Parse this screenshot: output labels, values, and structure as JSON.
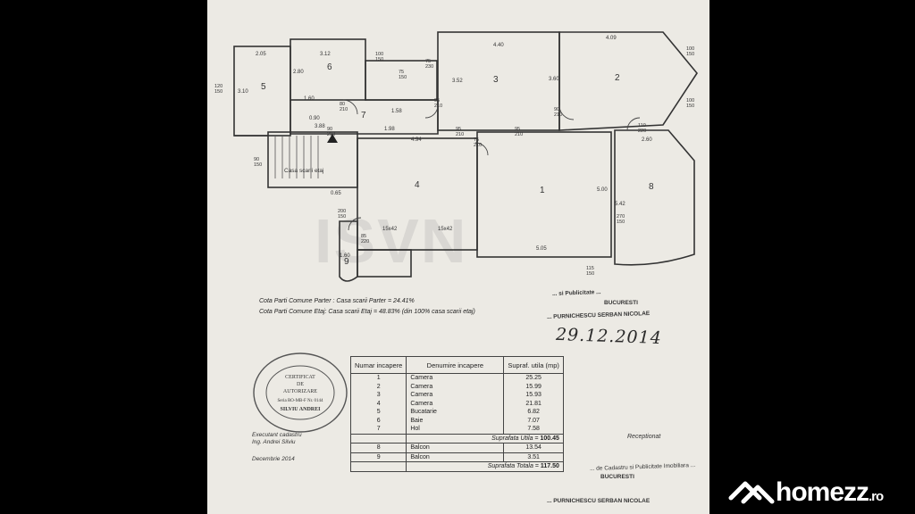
{
  "plan": {
    "rooms": [
      {
        "num": "1"
      },
      {
        "num": "2"
      },
      {
        "num": "3"
      },
      {
        "num": "4"
      },
      {
        "num": "5"
      },
      {
        "num": "6"
      },
      {
        "num": "7"
      },
      {
        "num": "8"
      },
      {
        "num": "9"
      }
    ],
    "dims": {
      "d205": "2.05",
      "d312": "3.12",
      "d440": "4.40",
      "d409": "4.09",
      "d160a": "1.60",
      "d388": "3.88",
      "d198": "1.98",
      "d494": "4.94",
      "d260": "2.60",
      "d505a": "5.05",
      "d505b": "5.00",
      "d542": "5.42",
      "d065": "0.65",
      "d160b": "1.60",
      "d352": "3.52",
      "d360": "3.60",
      "d310": "3.10",
      "d280": "2.80",
      "d158": "1.58",
      "d090": "0.90"
    },
    "doors": {
      "a": "100\n150",
      "b": "75\n230",
      "c": "75\n150",
      "d": "95\n210",
      "e": "90\n210",
      "f": "95\n210",
      "g": "75\n210",
      "h": "95\n210",
      "i": "110\n220",
      "j": "270\n150",
      "k": "115\n150",
      "l": "80\n210",
      "m": "90\n210",
      "n": "200\n150",
      "o": "85\n220",
      "p": "120\n150",
      "q": "90\n150",
      "r": "100\n150",
      "s": "100\n150"
    },
    "stair_label": "Casa scarii etaj",
    "win1": "15x42",
    "win2": "15x42"
  },
  "cota": {
    "parter": "Cota Parti Comune Parter : Casa scarii Parter = 24.41%",
    "etaj": "Cota Parti Comune Etaj: Casa scarii Etaj = 48.83% (din 100% casa scarii etaj)"
  },
  "date": "29.12.2014",
  "stamp_top": {
    "line1": "... si Publicitate ...",
    "line2": "BUCURESTI",
    "line3": "... PURNICHESCU SERBAN NICOLAE"
  },
  "seal": {
    "line1": "CERTIFICAT",
    "line2": "DE",
    "line3": "AUTORIZARE",
    "line4": "Seria RO-MB-F Nr. 0144",
    "line5": "SILVIU ANDREI"
  },
  "executant": {
    "line1": "Executant cadastru",
    "line2": "Ing. Andrei Silviu",
    "date": "Decembrie 2014"
  },
  "receptionat": "Receptionat",
  "stamp_bottom": {
    "line1": "... de Cadastru si Publicitate Imobiliara ...",
    "line2": "BUCURESTI",
    "line3": "... PURNICHESCU SERBAN NICOLAE"
  },
  "table": {
    "headers": [
      "Numar incapere",
      "Denumire incapere",
      "Supraf. utila (mp)"
    ],
    "rows": [
      [
        "1",
        "Camera",
        "25.25"
      ],
      [
        "2",
        "Camera",
        "15.99"
      ],
      [
        "3",
        "Camera",
        "15.93"
      ],
      [
        "4",
        "Camera",
        "21.81"
      ],
      [
        "5",
        "Bucatarie",
        "6.82"
      ],
      [
        "6",
        "Baie",
        "7.07"
      ],
      [
        "7",
        "Hol",
        "7.58"
      ]
    ],
    "util_label": "Suprafata Utila =",
    "util_value": "100.45",
    "balcony_rows": [
      [
        "8",
        "Balcon",
        "13.54"
      ],
      [
        "9",
        "Balcon",
        "3.51"
      ]
    ],
    "total_label": "Suprafata Totala =",
    "total_value": "117.50"
  },
  "logo": {
    "name": "homezz",
    "tld": ".ro"
  },
  "watermark": "ISVN"
}
